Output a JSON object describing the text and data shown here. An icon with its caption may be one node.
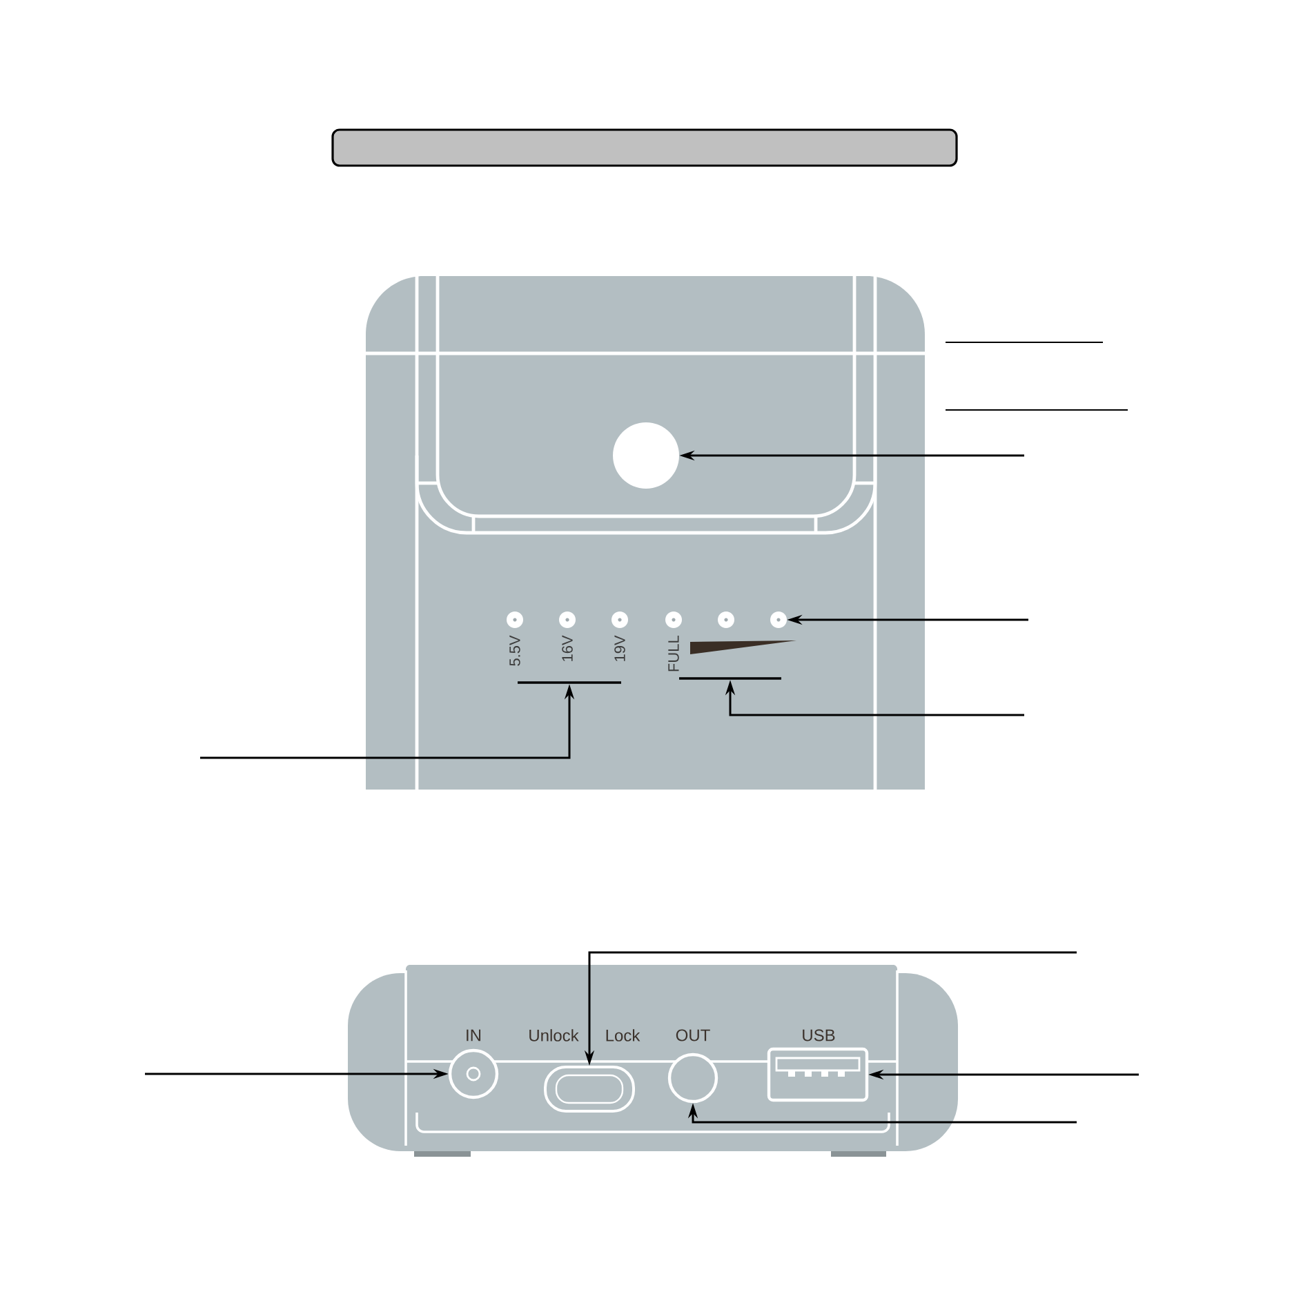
{
  "diagram": {
    "nodes": [
      {
        "text": [],
        "shape": "bar"
      },
      {
        "text": [],
        "shape": "picture"
      },
      {
        "text": [],
        "shape": "circle",
        "in": 1
      },
      {
        "text": [],
        "shape": "circle",
        "in": 1,
        "beside": [
          "5.5V"
        ]
      },
      {
        "text": [],
        "shape": "circle",
        "in": 1,
        "beside": [
          "16V"
        ]
      },
      {
        "text": [],
        "shape": "circle",
        "in": 1,
        "beside": [
          "19V"
        ]
      },
      {
        "text": [],
        "shape": "circle",
        "in": 1,
        "beside": [
          "FULL"
        ]
      },
      {
        "text": [],
        "shape": "circle",
        "in": 1
      },
      {
        "text": [],
        "shape": "circle",
        "in": 1
      },
      {
        "text": [],
        "shape": "bracket",
        "in": 1
      },
      {
        "text": [],
        "shape": "bracket",
        "in": 1
      },
      {
        "text": [],
        "shape": "picture"
      },
      {
        "text": [],
        "shape": "circle",
        "in": 11,
        "beside": [
          "IN"
        ]
      },
      {
        "text": [],
        "shape": "box",
        "in": 11,
        "beside": [
          "Unlock",
          "Lock"
        ]
      },
      {
        "text": [],
        "shape": "circle",
        "in": 11,
        "beside": [
          "OUT"
        ]
      },
      {
        "text": [],
        "shape": "box",
        "in": 11,
        "beside": [
          "USB"
        ]
      }
    ],
    "edges": [
      {
        "from": null,
        "to": 2,
        "arrow": "to"
      },
      {
        "from": null,
        "to": 8,
        "arrow": "to"
      },
      {
        "from": null,
        "to": 10,
        "arrow": "to"
      },
      {
        "from": null,
        "to": 9,
        "arrow": "to"
      },
      {
        "from": null,
        "to": 13,
        "arrow": "to"
      },
      {
        "from": null,
        "to": 12,
        "arrow": "to"
      },
      {
        "from": null,
        "to": 15,
        "arrow": "to"
      },
      {
        "from": null,
        "to": 14,
        "arrow": "to"
      }
    ]
  }
}
